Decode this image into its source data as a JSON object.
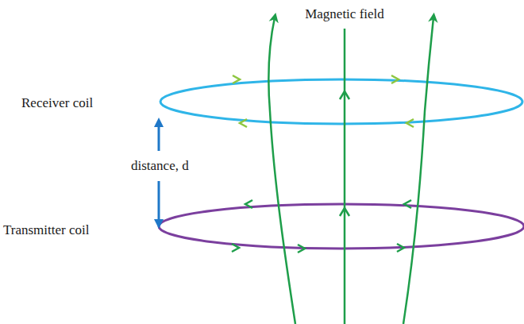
{
  "diagram": {
    "labels": [
      "Magnetic field",
      "Receiver coil",
      "distance, d",
      "Transmitter coil"
    ]
  }
}
